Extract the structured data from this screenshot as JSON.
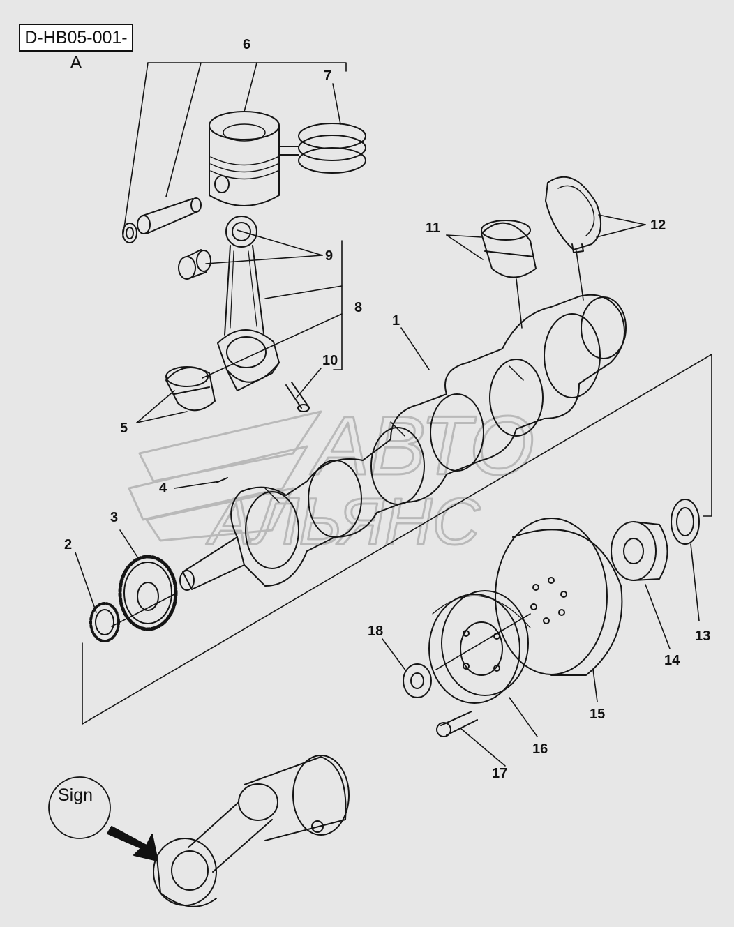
{
  "drawing_code": "D-HB05-001-A",
  "watermark": {
    "line1": "АВТО",
    "line2": "АЛЬЯНС"
  },
  "sign_label": "Sign",
  "callouts": [
    "1",
    "2",
    "3",
    "4",
    "5",
    "6",
    "7",
    "8",
    "9",
    "10",
    "11",
    "12",
    "13",
    "14",
    "15",
    "16",
    "17",
    "18"
  ]
}
